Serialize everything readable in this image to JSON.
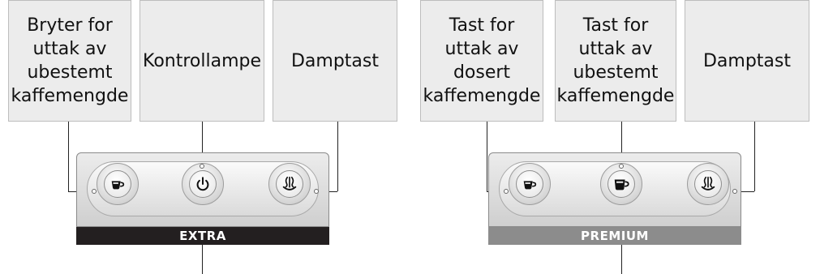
{
  "extra": {
    "labels": {
      "left": "Bryter for uttak av ubestemt kaffemengde",
      "middle": "Kontrollampe",
      "right": "Damptast"
    },
    "name": "EXTRA",
    "bar_color": "#231f20",
    "icons": [
      "coffee-cup-icon",
      "power-icon",
      "steam-icon"
    ]
  },
  "premium": {
    "labels": {
      "left": "Tast for uttak av dosert kaffemengde",
      "middle": "Tast for uttak av ubestemt kaffemengde",
      "right": "Damptast"
    },
    "name": "PREMIUM",
    "bar_color": "#8c8c8c",
    "icons": [
      "coffee-cup-icon",
      "coffee-mug-icon",
      "steam-icon"
    ]
  }
}
